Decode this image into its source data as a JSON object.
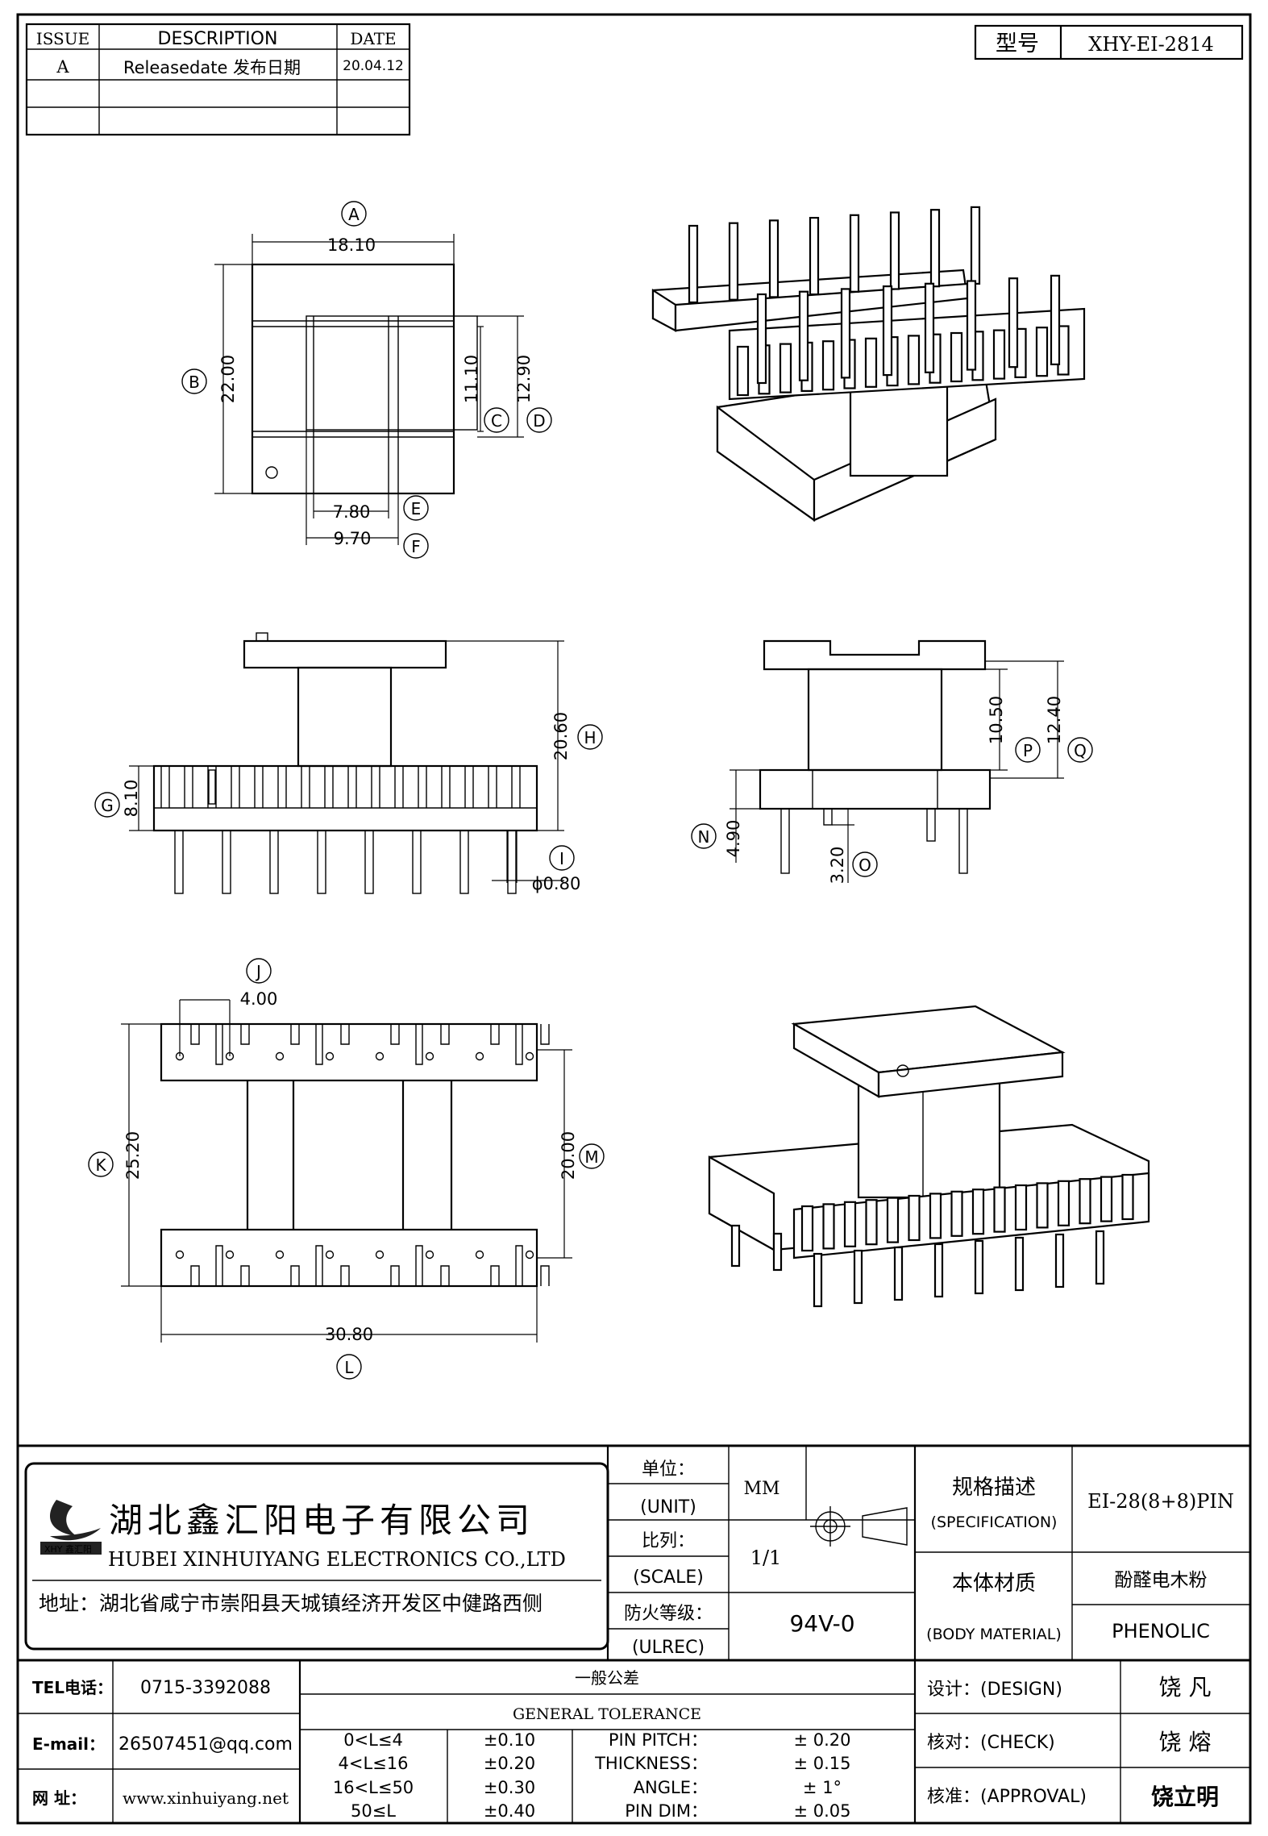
{
  "revision_table": {
    "headers": [
      "ISSUE",
      "DESCRIPTION",
      "DATE"
    ],
    "rows": [
      {
        "issue": "A",
        "description": "Releasedate 发布日期",
        "date": "20.04.12"
      },
      {
        "issue": "",
        "description": "",
        "date": ""
      },
      {
        "issue": "",
        "description": "",
        "date": ""
      }
    ]
  },
  "model": {
    "label": "型号",
    "value": "XHY-EI-2814"
  },
  "dimensions": {
    "A": {
      "letter": "A",
      "value": "18.10"
    },
    "B": {
      "letter": "B",
      "value": "22.00"
    },
    "C": {
      "letter": "C",
      "value": "11.10"
    },
    "D": {
      "letter": "D",
      "value": "12.90"
    },
    "E": {
      "letter": "E",
      "value": "7.80"
    },
    "F": {
      "letter": "F",
      "value": "9.70"
    },
    "G": {
      "letter": "G",
      "value": "8.10"
    },
    "H": {
      "letter": "H",
      "value": "20.60"
    },
    "I": {
      "letter": "I",
      "value": "ϕ0.80"
    },
    "J": {
      "letter": "J",
      "value": "4.00"
    },
    "K": {
      "letter": "K",
      "value": "25.20"
    },
    "L": {
      "letter": "L",
      "value": "30.80"
    },
    "M": {
      "letter": "M",
      "value": "20.00"
    },
    "N": {
      "letter": "N",
      "value": "4.90"
    },
    "O": {
      "letter": "O",
      "value": "3.20"
    },
    "P": {
      "letter": "P",
      "value": "10.50"
    },
    "Q": {
      "letter": "Q",
      "value": "12.40"
    }
  },
  "company": {
    "name_cn": "湖北鑫汇阳电子有限公司",
    "name_en": "HUBEI XINHUIYANG ELECTRONICS CO.,LTD",
    "address": "地址：湖北省咸宁市崇阳县天城镇经济开发区中健路西侧",
    "logo_text": "XHY 鑫汇阳"
  },
  "title_block": {
    "unit_label_cn": "单位：",
    "unit_label_en": "(UNIT)",
    "unit_value": "MM",
    "scale_label_cn": "比列：",
    "scale_label_en": "(SCALE)",
    "scale_value": "1/1",
    "fire_label_cn": "防火等级：",
    "fire_label_en": "(ULREC)",
    "fire_value": "94V-0",
    "spec_label_cn": "规格描述",
    "spec_label_en": "(SPECIFICATION)",
    "spec_value": "EI-28(8+8)PIN",
    "material_label_cn": "本体材质",
    "material_label_en": "(BODY MATERIAL)",
    "material_value_cn": "酚醛电木粉",
    "material_value_en": "PHENOLIC"
  },
  "contact": {
    "tel_label": "TEL电话：",
    "tel": "0715-3392088",
    "email_label": "E-mail：",
    "email": "26507451@qq.com",
    "web_label": "网  址：",
    "web": "www.xinhuiyang.net"
  },
  "tolerance": {
    "title_cn": "一般公差",
    "title_en": "GENERAL TOLERANCE",
    "ranges": [
      {
        "range": "0<L≤4",
        "tol": "±0.10"
      },
      {
        "range": "4<L≤16",
        "tol": "±0.20"
      },
      {
        "range": "16<L≤50",
        "tol": "±0.30"
      },
      {
        "range": "50≤L",
        "tol": "±0.40"
      }
    ],
    "specs": [
      {
        "label": "PIN PITCH：",
        "value": "±  0.20"
      },
      {
        "label": "THICKNESS：",
        "value": "±  0.15"
      },
      {
        "label": "ANGLE：",
        "value": "±  1°"
      },
      {
        "label": "PIN DIM：",
        "value": "±  0.05"
      }
    ]
  },
  "approvals": {
    "design_label": "设计：(DESIGN)",
    "design_name": "饶   凡",
    "check_label": "核对：(CHECK)",
    "check_name": "饶   熔",
    "approval_label": "核准：(APPROVAL)",
    "approval_name": "饶立明"
  }
}
